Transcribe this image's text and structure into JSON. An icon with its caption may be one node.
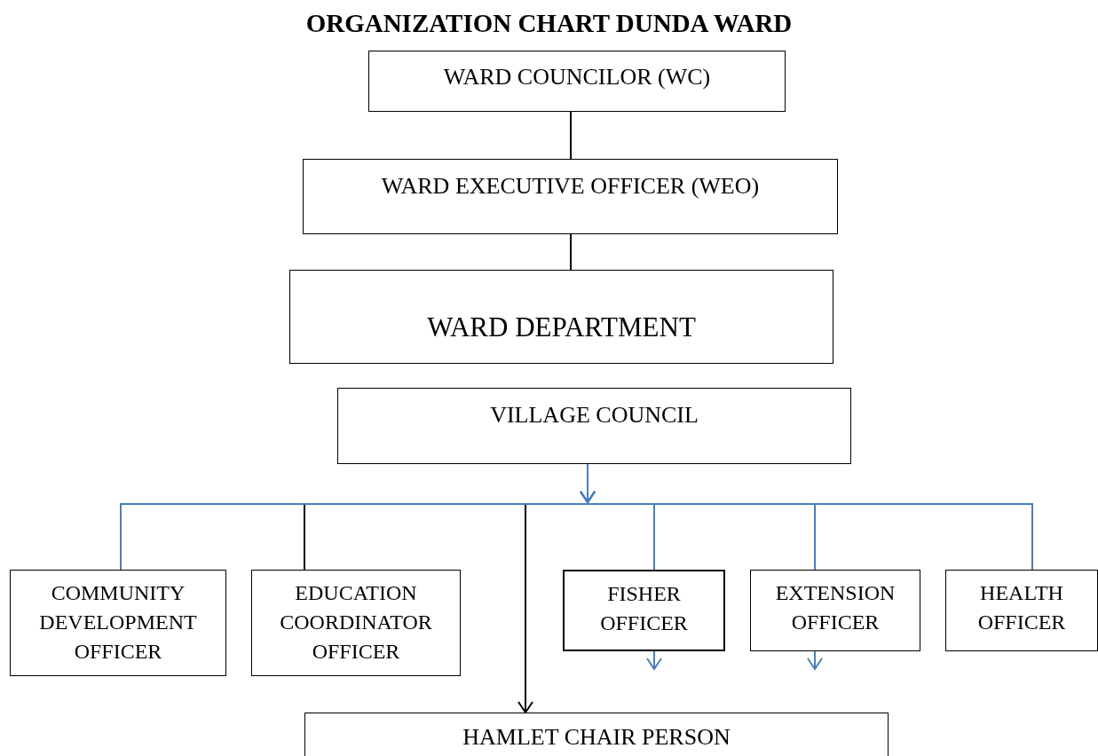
{
  "diagram": {
    "title": "ORGANIZATION CHART DUNDA WARD",
    "nodes": [
      {
        "text": [
          "WARD COUNCILOR (WC)"
        ]
      },
      {
        "text": [
          "WARD EXECUTIVE OFFICER (WEO)"
        ]
      },
      {
        "text": [
          "WARD DEPARTMENT"
        ]
      },
      {
        "text": [
          "VILLAGE COUNCIL"
        ]
      },
      {
        "text": [
          "COMMUNITY DEVELOPMENT OFFICER"
        ]
      },
      {
        "text": [
          "EDUCATION COORDINATOR OFFICER"
        ]
      },
      {
        "text": [
          "FISHER OFFICER"
        ]
      },
      {
        "text": [
          "EXTENSION OFFICER"
        ]
      },
      {
        "text": [
          "HEALTH OFFICER"
        ]
      },
      {
        "text": [
          "HAMLET CHAIR PERSON"
        ]
      }
    ],
    "edges": [
      {
        "from": 0,
        "to": 1,
        "arrow": "none",
        "color": "#000000"
      },
      {
        "from": 1,
        "to": 2,
        "arrow": "none",
        "color": "#000000"
      },
      {
        "from": 3,
        "to": 4,
        "arrow": "to"
      },
      {
        "from": 3,
        "to": 5,
        "arrow": "to",
        "color": "#000000"
      },
      {
        "from": 3,
        "to": 6,
        "arrow": "to"
      },
      {
        "from": 3,
        "to": 7,
        "arrow": "to"
      },
      {
        "from": 3,
        "to": 8,
        "arrow": "to"
      },
      {
        "from": 3,
        "to": 9,
        "arrow": "to",
        "color": "#000000"
      },
      {
        "from": 6,
        "to": null,
        "arrow": "to"
      },
      {
        "from": 7,
        "to": null,
        "arrow": "to"
      }
    ]
  }
}
